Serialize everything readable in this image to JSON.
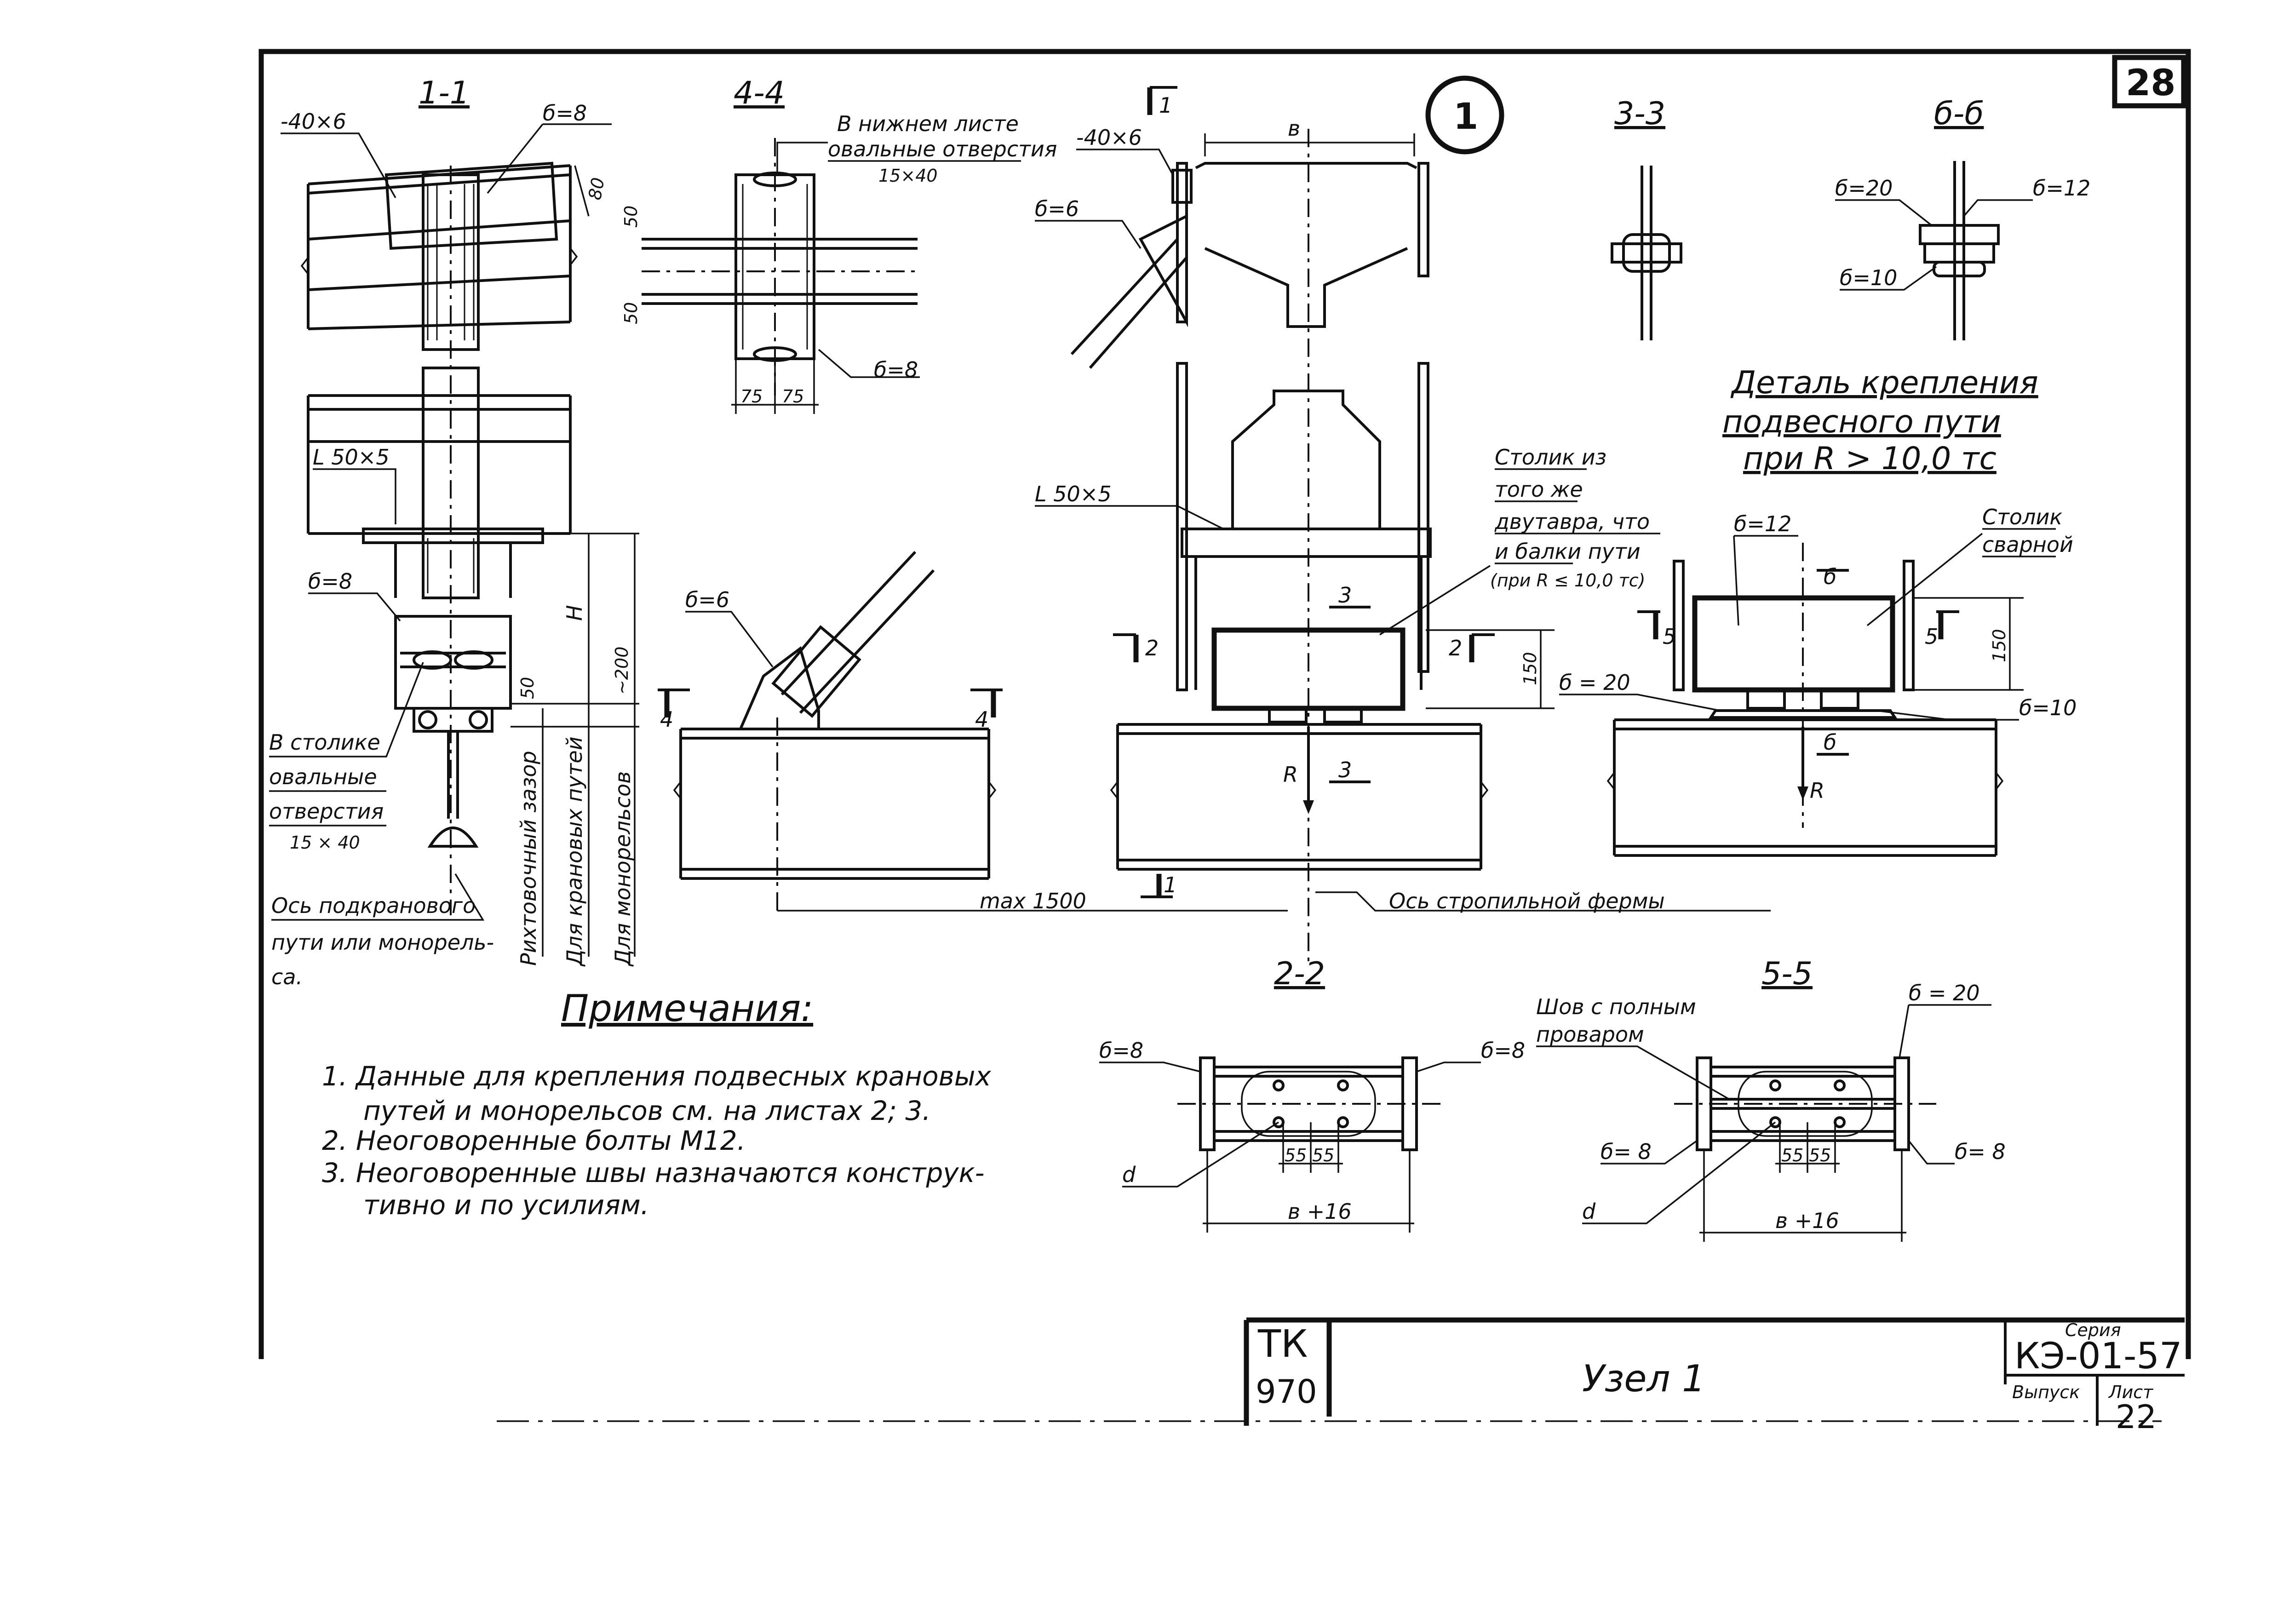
{
  "sheet": {
    "page_number": "28",
    "node_circle": "1",
    "title_block": {
      "org": "ТК",
      "org_code": "970",
      "node_title": "Узел 1",
      "series_label": "Серия",
      "series": "КЭ-01-57",
      "issue_label": "Выпуск",
      "sheet_label": "Лист",
      "sheet_no": "22"
    }
  },
  "sections": {
    "s11": "1-1",
    "s44": "4-4",
    "s33": "3-3",
    "s66": "б-б",
    "s22": "2-2",
    "s55": "5-5"
  },
  "labels": {
    "s11_plate": "-40×6",
    "s11_d8_top": "б=8",
    "s11_80": "80",
    "s11_angle": "L 50×5",
    "s11_d8": "б=8",
    "s11_H": "H",
    "s11_200": "~200",
    "s11_50": "50",
    "s11_oval_1": "В столике",
    "s11_oval_2": "овальные",
    "s11_oval_3": "отверстия",
    "s11_oval_4": "15 × 40",
    "s11_axis_1": "Ось подкранового",
    "s11_axis_2": "пути или монорель-",
    "s11_axis_3": "са.",
    "v_gap": "Рихтовочный зазор",
    "v_crane": "Для крановых путей",
    "v_mono": "Для монорельсов",
    "s44_note_1": "В нижнем листе",
    "s44_note_2": "овальные отверстия",
    "s44_note_3": "15×40",
    "s44_50a": "50",
    "s44_50b": "50",
    "s44_75a": "75",
    "s44_75b": "75",
    "s44_d8": "б=8",
    "br_d6": "б=6",
    "node_plate": "-40×6",
    "node_d6": "б=6",
    "node_b": "в",
    "node_angle": "L 50×5",
    "node_table_1": "Столик из",
    "node_table_2": "того же",
    "node_table_3": "двутавра, что",
    "node_table_4": "и балки пути",
    "node_table_5": "(при R ≤ 10,0 тс)",
    "node_150": "150",
    "node_R": "R",
    "cut1": "1",
    "cut2": "2",
    "cut3": "3",
    "cut4": "4",
    "cut5": "5",
    "cut6": "б",
    "axis_truss": "Ось стропильной фермы",
    "max_1500": "max  1500",
    "detail_title_1": "Деталь крепления",
    "detail_title_2": "подвесного пути",
    "detail_title_3": "при R > 10,0 тс",
    "det_d12": "б=12",
    "det_table_1": "Столик",
    "det_table_2": "сварной",
    "det_150": "150",
    "det_d20": "б = 20",
    "det_d10": "б=10",
    "det_R": "R",
    "s66_d20": "б=20",
    "s66_d12": "б=12",
    "s66_d10": "б=10",
    "s22_d8a": "б=8",
    "s22_d8b": "б=8",
    "s22_d": "d",
    "s22_55a": "55",
    "s22_55b": "55",
    "s22_b16": "в +16",
    "s55_weld_1": "Шов с полным",
    "s55_weld_2": "проваром",
    "s55_d20": "б = 20",
    "s55_d8a": "б= 8",
    "s55_d8b": "б= 8",
    "s55_d": "d",
    "s55_55a": "55",
    "s55_55b": "55",
    "s55_b16": "в +16"
  },
  "notes": {
    "title": "Примечания:",
    "items": [
      "1. Данные для крепления подвесных крановых",
      "путей и монорельсов см. на листах 2; 3.",
      "2. Неоговоренные болты М12.",
      "3. Неоговоренные швы назначаются конструк-",
      "тивно и по усилиям."
    ]
  }
}
